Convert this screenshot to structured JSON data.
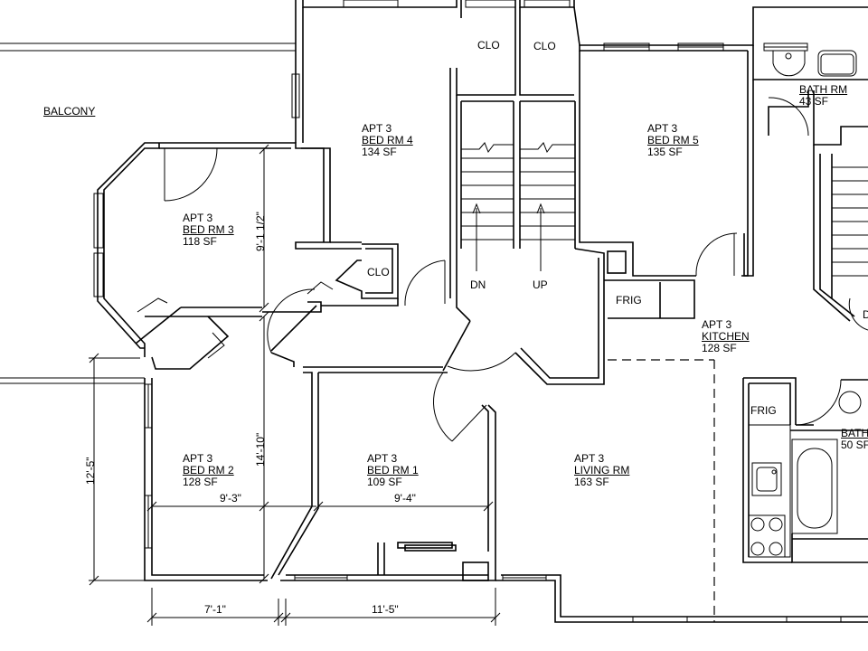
{
  "rooms": {
    "balcony": {
      "name": "BALCONY"
    },
    "bed3": {
      "apt": "APT 3",
      "name": "BED RM 3",
      "area": "118 SF"
    },
    "bed4": {
      "apt": "APT 3",
      "name": "BED RM 4",
      "area": "134 SF"
    },
    "bed5": {
      "apt": "APT 3",
      "name": "BED RM 5",
      "area": "135 SF"
    },
    "bed2": {
      "apt": "APT 3",
      "name": "BED RM 2",
      "area": "128 SF"
    },
    "bed1": {
      "apt": "APT 3",
      "name": "BED RM 1",
      "area": "109 SF"
    },
    "living": {
      "apt": "APT 3",
      "name": "LIVING RM",
      "area": "163 SF"
    },
    "kitchen": {
      "apt": "APT 3",
      "name": "KITCHEN",
      "area": "128 SF"
    },
    "bath_top": {
      "name": "BATH RM",
      "area": "43 SF"
    },
    "bath_right": {
      "name": "BATH",
      "area": "50 SF"
    }
  },
  "fixtures": {
    "clo_a": "CLO",
    "clo_b": "CLO",
    "clo_c": "CLO",
    "frig_a": "FRIG",
    "frig_b": "FRIG",
    "stair_dn": "DN",
    "stair_up": "UP",
    "cut_letter": "D"
  },
  "dimensions": {
    "bed3_height": "9'-1 1/2\"",
    "bed2_height": "14'-10\"",
    "left_height": "12'-5\"",
    "bed2_width": "9'-3\"",
    "bed1_width": "9'-4\"",
    "bottom_left": "7'-1\"",
    "bottom_right": "11'-5\""
  }
}
